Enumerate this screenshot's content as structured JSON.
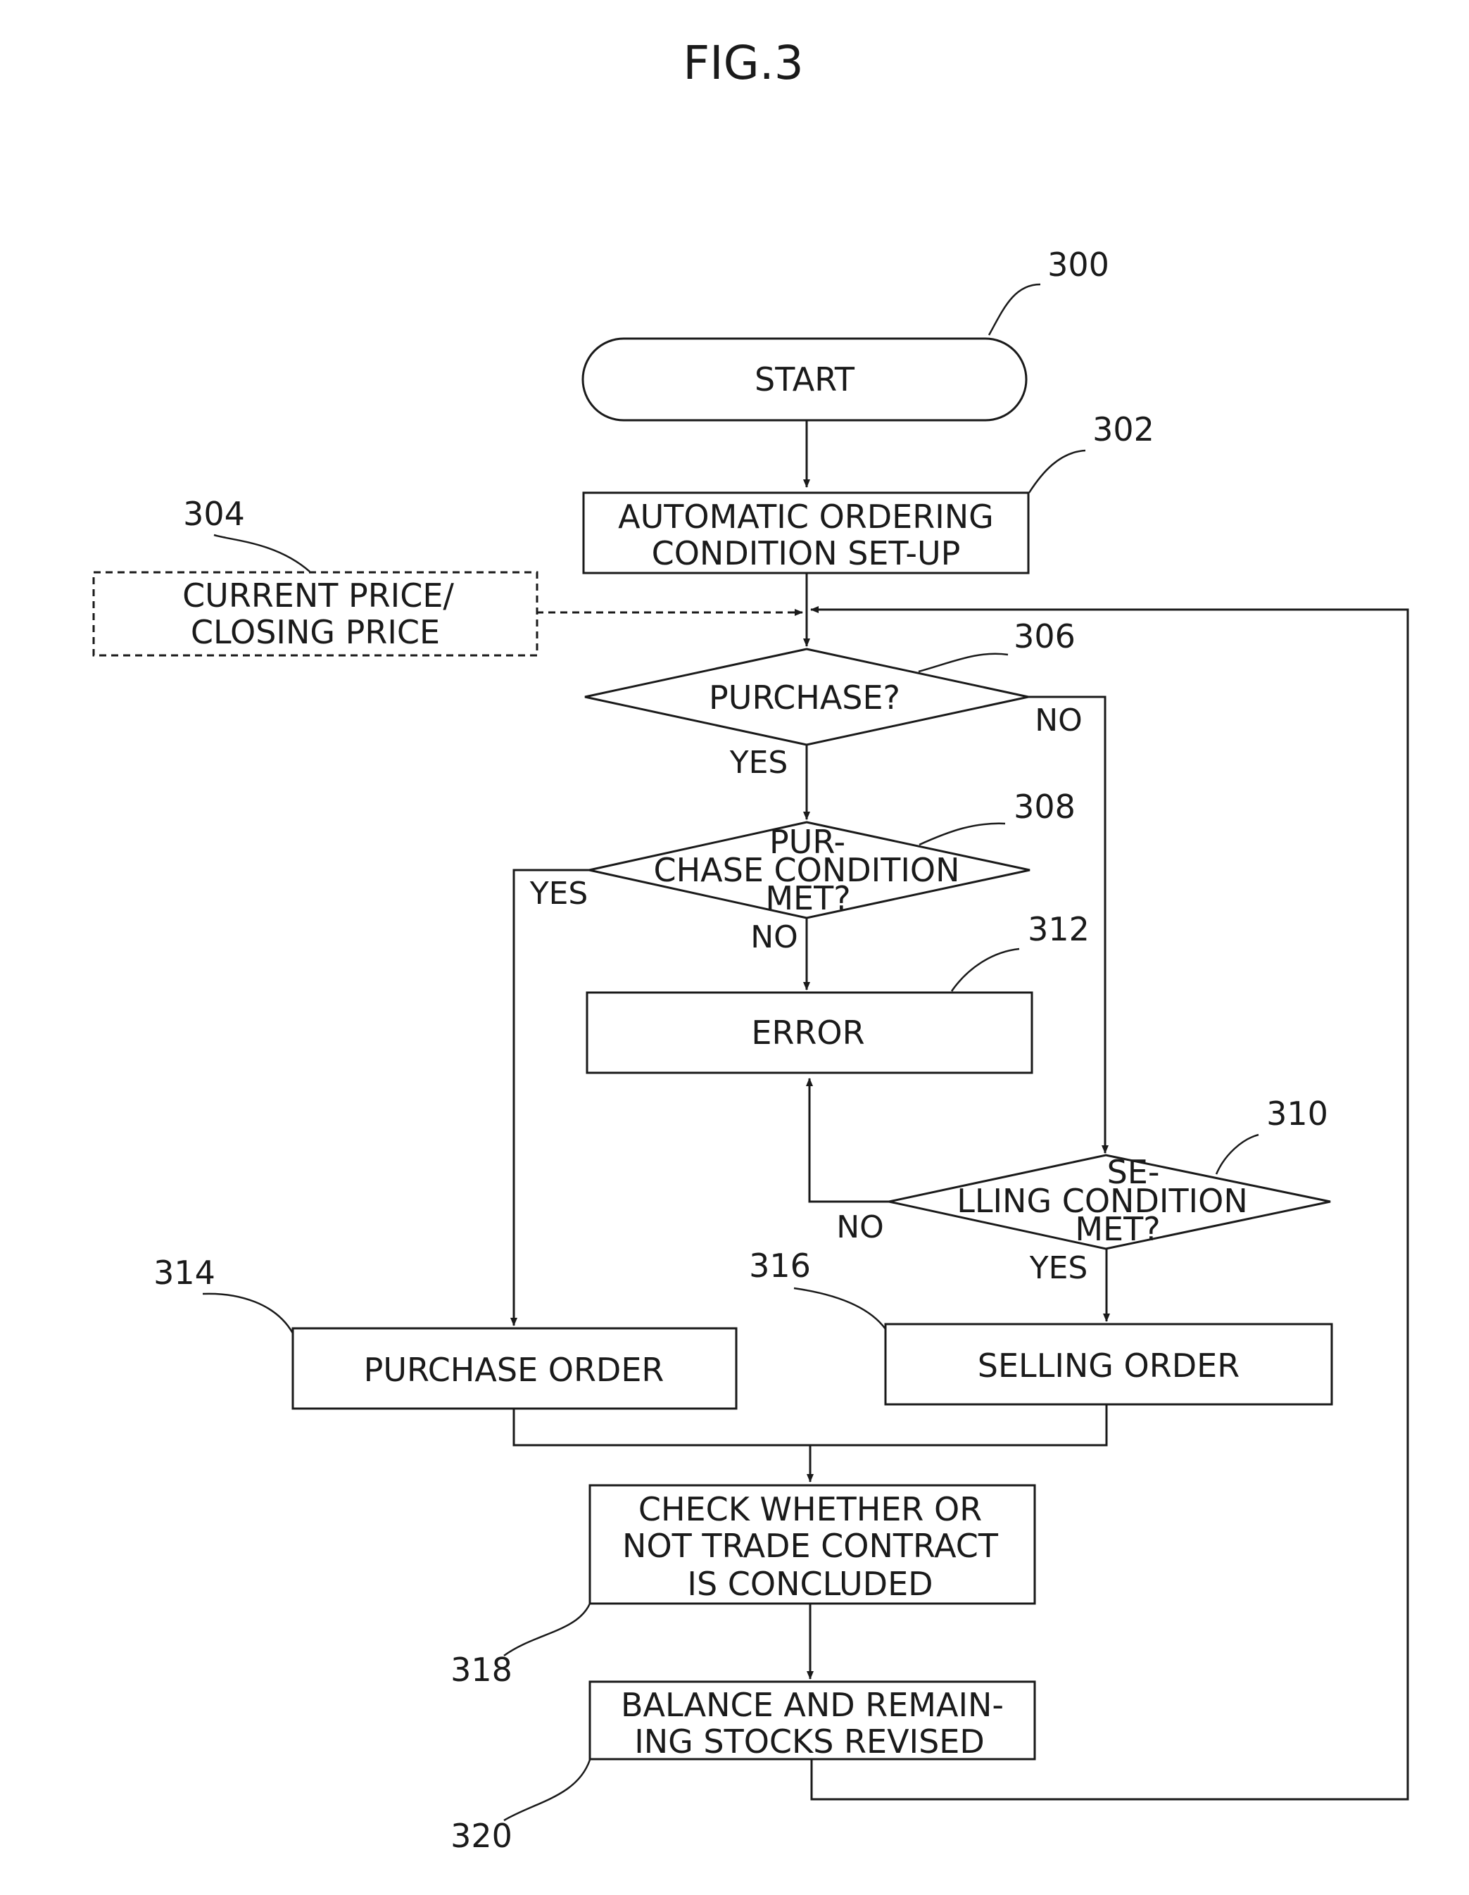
{
  "figure_title": "FIG.3",
  "nodes": {
    "start": {
      "ref": "300",
      "lines": [
        "START"
      ]
    },
    "setup": {
      "ref": "302",
      "lines": [
        "AUTOMATIC ORDERING",
        "CONDITION SET-UP"
      ]
    },
    "price": {
      "ref": "304",
      "lines": [
        "CURRENT PRICE/",
        "CLOSING PRICE"
      ]
    },
    "purchase_q": {
      "ref": "306",
      "lines": [
        "PURCHASE?"
      ]
    },
    "purchase_cond": {
      "ref": "308",
      "lines": [
        "PUR-",
        "CHASE CONDITION",
        "MET?"
      ]
    },
    "selling_cond": {
      "ref": "310",
      "lines": [
        "SE-",
        "LLING CONDITION",
        "MET?"
      ]
    },
    "error": {
      "ref": "312",
      "lines": [
        "ERROR"
      ]
    },
    "purchase_order": {
      "ref": "314",
      "lines": [
        "PURCHASE ORDER"
      ]
    },
    "selling_order": {
      "ref": "316",
      "lines": [
        "SELLING ORDER"
      ]
    },
    "check": {
      "ref": "318",
      "lines": [
        "CHECK WHETHER OR",
        "NOT TRADE CONTRACT",
        "IS CONCLUDED"
      ]
    },
    "balance": {
      "ref": "320",
      "lines": [
        "BALANCE AND REMAIN-",
        "ING STOCKS REVISED"
      ]
    }
  },
  "branch_labels": {
    "purchase_yes": "YES",
    "purchase_no": "NO",
    "purchase_cond_yes": "YES",
    "purchase_cond_no": "NO",
    "selling_cond_no": "NO",
    "selling_cond_yes": "YES"
  }
}
